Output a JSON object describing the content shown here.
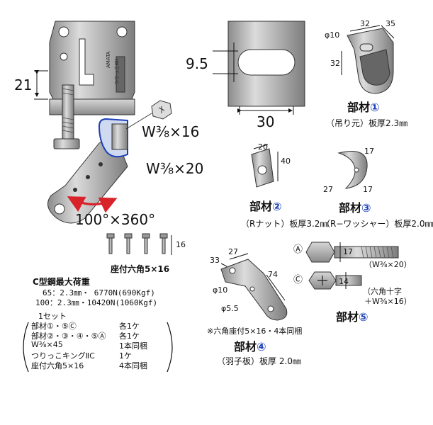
{
  "main_assembly": {
    "dim_21": "21",
    "bolt_upper": "W⅜×16",
    "bolt_lower": "W⅜×20",
    "rotation": "100°×360°",
    "brand": "AMATA",
    "product_mark": "つりっこKII",
    "screws_label": "座付六角5×16",
    "screw_dim_16": "16"
  },
  "slot_detail": {
    "dim_9_5": "9.5",
    "dim_30": "30"
  },
  "part1": {
    "label_prefix": "部材",
    "num": "①",
    "sub": "（吊り元）板厚2.3㎜",
    "dim_32_top": "32",
    "dim_35": "35",
    "dim_phi10": "φ10",
    "dim_32_side": "32"
  },
  "part2": {
    "label_prefix": "部材",
    "num": "②",
    "sub": "（Rナット）板厚3.2㎜",
    "dim_20": "20",
    "dim_40": "40"
  },
  "part3": {
    "label_prefix": "部材",
    "num": "③",
    "sub": "（R−ワッシャー）板厚2.0㎜",
    "dim_17_top": "17",
    "dim_27": "27",
    "dim_17_bottom": "17"
  },
  "part4": {
    "label_prefix": "部材",
    "num": "④",
    "sub": "（羽子板）板厚 2.0㎜",
    "note": "※六角座付5×16・4本同梱",
    "dim_33": "33",
    "dim_27": "27",
    "dim_74": "74",
    "dim_phi10": "φ10",
    "dim_phi5_5": "φ5.5"
  },
  "part5": {
    "label_prefix": "部材",
    "num": "⑤",
    "a_mark": "Ⓐ",
    "a_dim_17": "17",
    "a_desc": "（W⅜×20）",
    "c_mark": "Ⓒ",
    "c_dim_14": "14",
    "c_desc_1": "（六角十字",
    "c_desc_2": "＋W⅜×16）"
  },
  "max_load": {
    "title": "C型鋼最大荷重",
    "rows": [
      "65：2.3㎜・ 6770N(690Kgf)",
      "100：2.3㎜・10420N(1060Kgf)"
    ]
  },
  "set_list": {
    "title": "1セット",
    "items": [
      {
        "name": "部材①・⑤Ⓒ",
        "qty": "各1ケ"
      },
      {
        "name": "部材②・③・④・⑤Ⓐ",
        "qty": "各1ケ"
      },
      {
        "name": "W⅜×45",
        "qty": "1本同梱"
      },
      {
        "name": "つりっこキングⅡC",
        "qty": "1ケ"
      },
      {
        "name": "座付六角5×16",
        "qty": "4本同梱"
      }
    ]
  },
  "colors": {
    "accent_blue": "#1a3fb8",
    "rotation_red": "#d8232a",
    "metal": "#b8b8b8",
    "metal_dark": "#7a7a7a"
  }
}
